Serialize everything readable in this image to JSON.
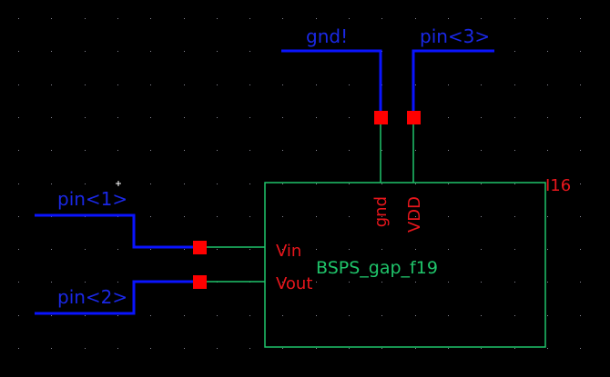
{
  "app": "schematic-editor",
  "colors": {
    "background": "#000000",
    "wire": "#0a14ff",
    "symbol_outline": "#1fc46a",
    "pin": "#ff0000",
    "pin_label": "#e8161c",
    "grid_dot": "#8a8a96"
  },
  "instance": {
    "name": "I16",
    "cell_name": "BSPS_gap_f19",
    "pins": {
      "left": [
        "Vin",
        "Vout"
      ],
      "top": [
        "gnd",
        "VDD"
      ]
    }
  },
  "nets": {
    "top_left": "gnd!",
    "top_right": "pin<3>",
    "left_top": "pin<1>",
    "left_bottom": "pin<2>"
  },
  "cursor": "crosshair"
}
